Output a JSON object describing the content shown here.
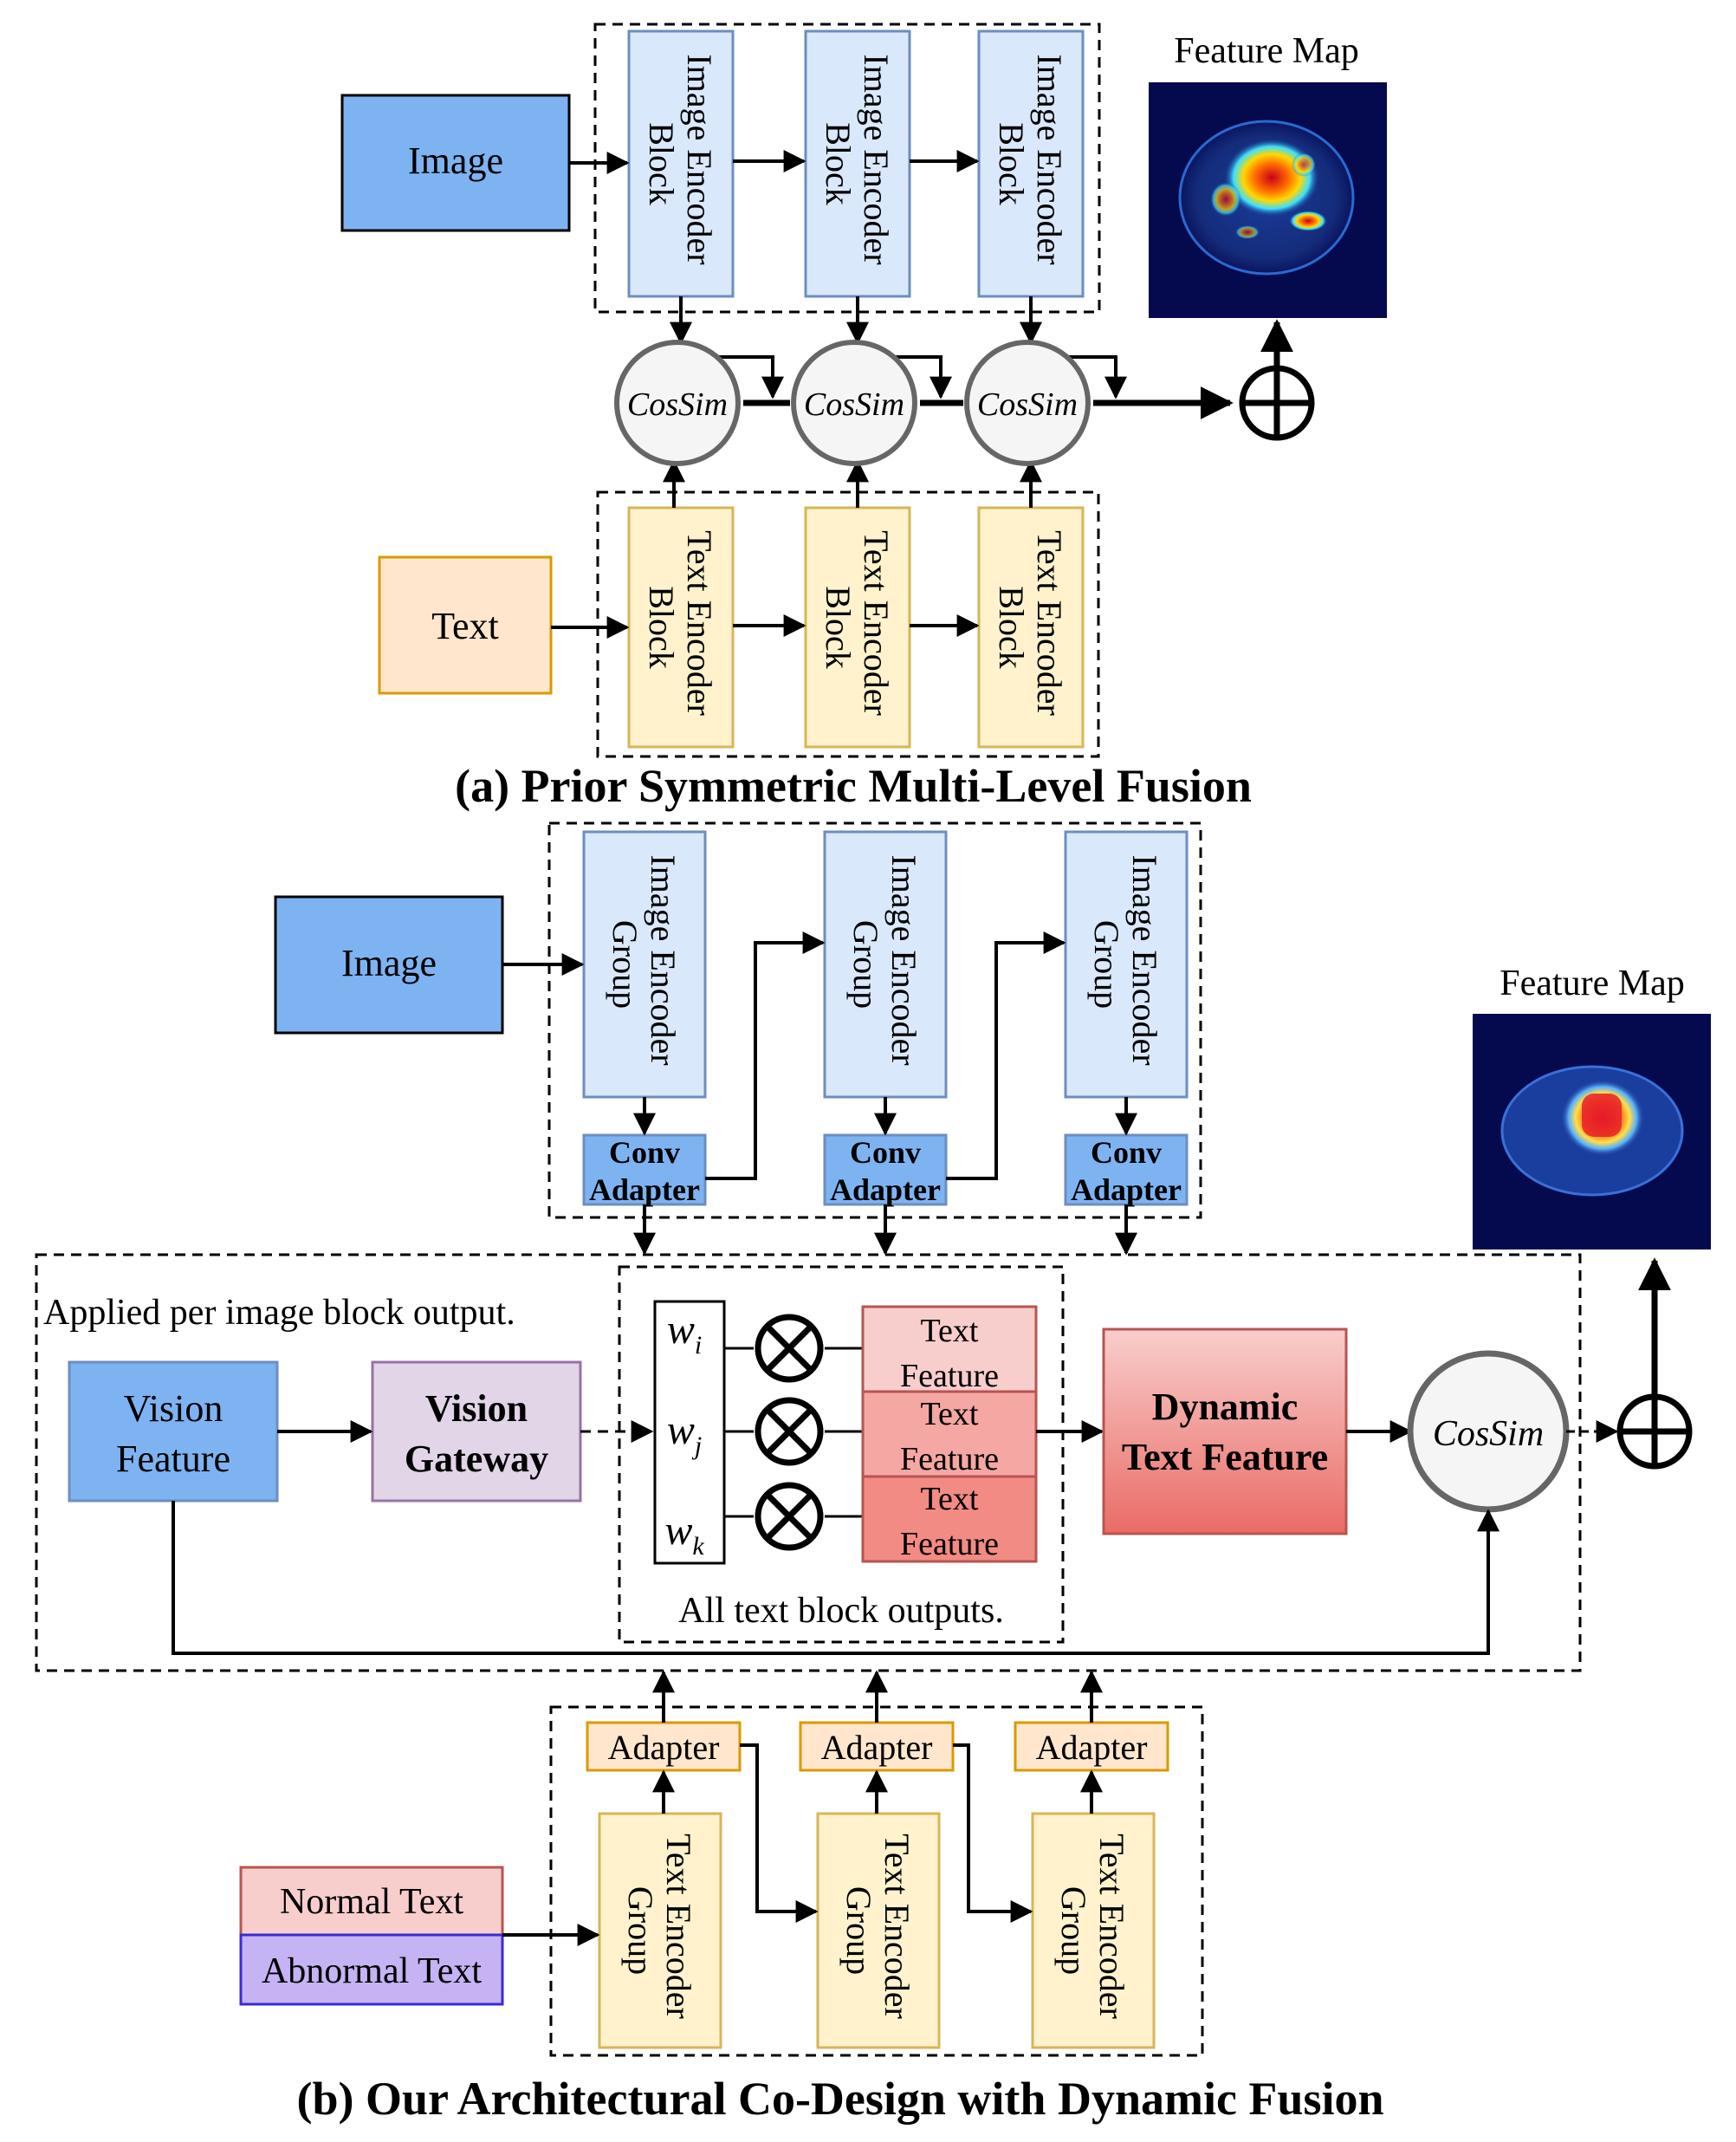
{
  "part_a": {
    "caption": "(a) Prior Symmetric Multi-Level Fusion",
    "image_label": "Image",
    "text_label": "Text",
    "image_block_lines": [
      "Image Encoder",
      "Block"
    ],
    "text_block_lines": [
      "Text Encoder",
      "Block"
    ],
    "cossim_label": "CosSim",
    "feature_map_title": "Feature Map"
  },
  "part_b": {
    "caption": "(b) Our Architectural Co-Design with Dynamic Fusion",
    "image_label": "Image",
    "image_group_lines": [
      "Image Encoder",
      "Group"
    ],
    "conv_adapter_lines": [
      "Conv",
      "Adapter"
    ],
    "note_per_block": "Applied per image block output.",
    "vision_feature_lines": [
      "Vision",
      "Feature"
    ],
    "vision_gateway_lines": [
      "Vision",
      "Gateway"
    ],
    "weights": [
      "w",
      "w",
      "w"
    ],
    "weight_subscripts": [
      "i",
      "j",
      "k"
    ],
    "text_feature_lines": [
      "Text",
      "Feature"
    ],
    "all_text_note": "All text block outputs.",
    "dynamic_text_feature_lines": [
      "Dynamic",
      "Text Feature"
    ],
    "cossim_label": "CosSim",
    "feature_map_title": "Feature Map",
    "adapter_label": "Adapter",
    "text_group_lines": [
      "Text Encoder",
      "Group"
    ],
    "normal_text": "Normal Text",
    "abnormal_text": "Abnormal Text"
  },
  "colors": {
    "image_dark_blue": "#7eb3f2",
    "block_light_blue": "#dae8fc",
    "block_blue_border": "#6c8ebf",
    "text_yellow": "#fff2cc",
    "text_yellow_border": "#d6b656",
    "text_input_orange": "#ffe6cc",
    "text_input_border": "#d79b00",
    "gateway_purple": "#e1d5e7",
    "gateway_border": "#9673a6",
    "text_feature_red": "#f8cecc",
    "text_feature_border": "#b85450",
    "abnormal_purple": "#c5b3f3",
    "abnormal_border": "#3a2bd6"
  }
}
